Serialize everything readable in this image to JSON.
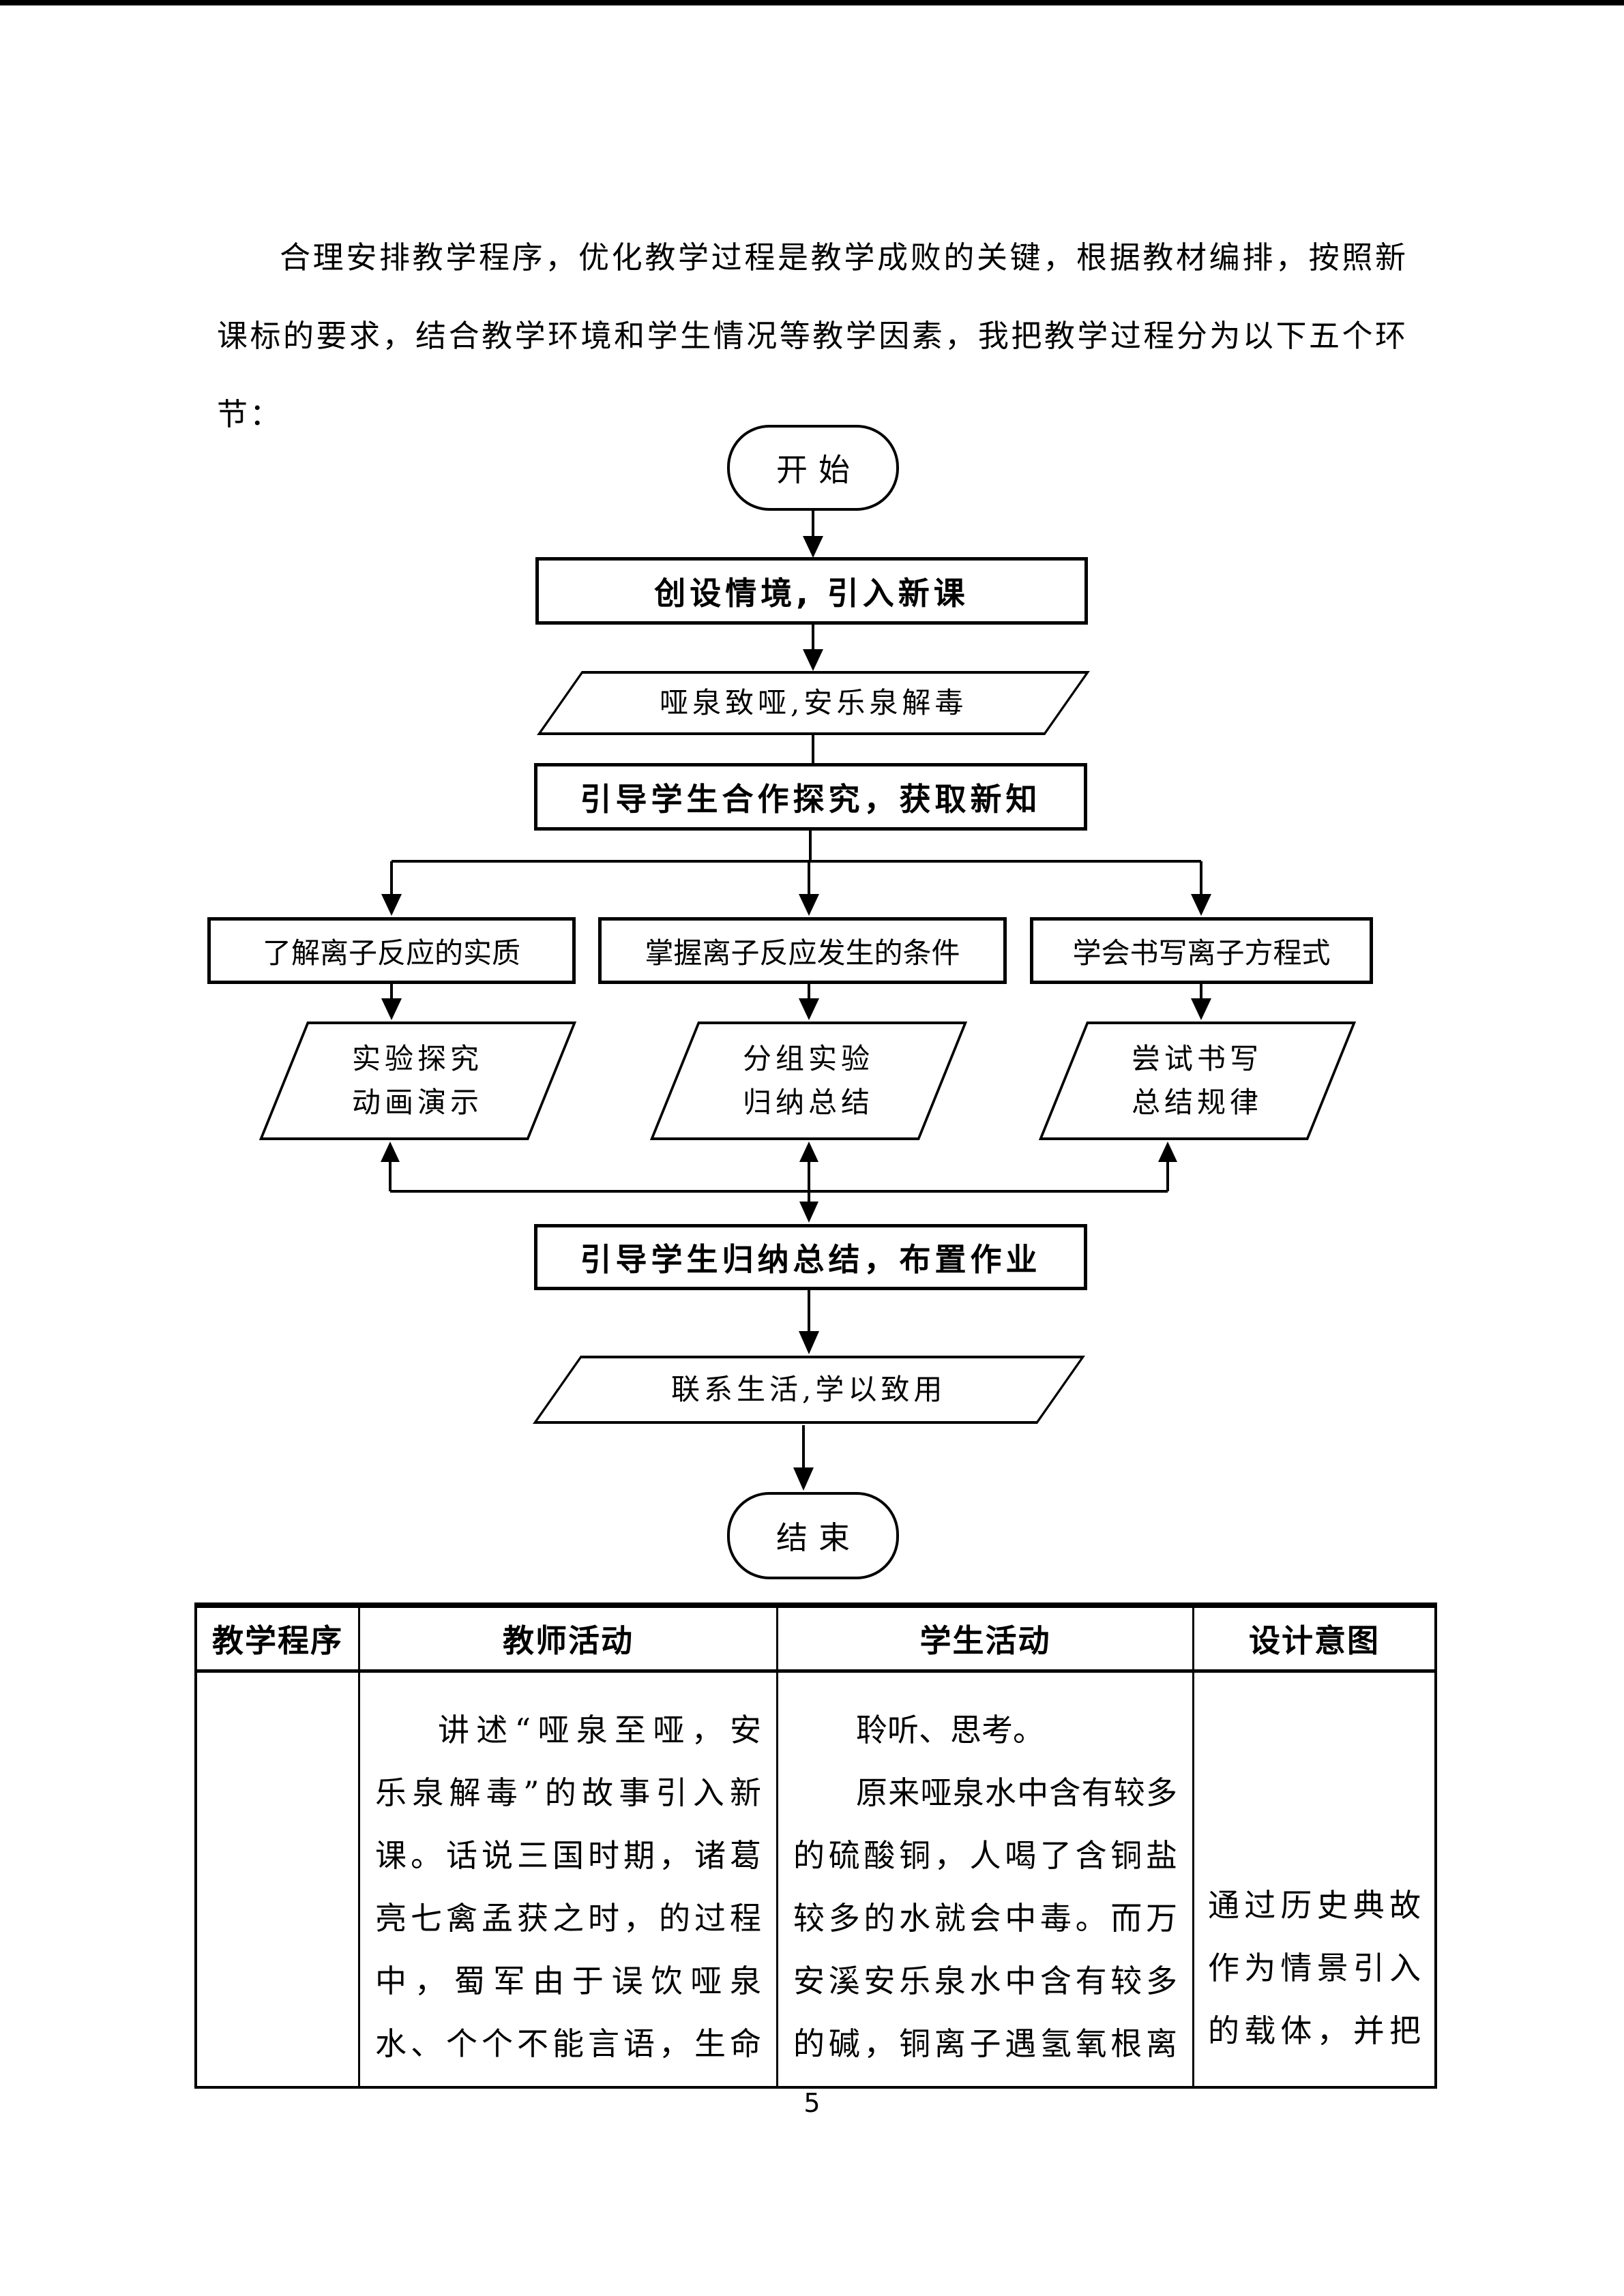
{
  "page": {
    "number": "5"
  },
  "intro": {
    "lines": [
      "合理安排教学程序，优化教学过程是教学成败的关键，根据教材编排，按照新",
      "课标的要求，结合教学环境和学生情况等教学因素，我把教学过程分为以下五个环",
      "节："
    ],
    "line_styles": [
      "indent",
      "",
      "nojust"
    ]
  },
  "flowchart": {
    "start_label": "开始",
    "step1_label": "创设情境, 引入新课",
    "io1_label": "哑泉致哑,安乐泉解毒",
    "step2_label": "引导学生合作探究，获取新知",
    "branch_left_label": "了解离子反应的实质",
    "branch_mid_label": "掌握离子反应发生的条件",
    "branch_right_label": "学会书写离子方程式",
    "io_left_label": "实验探究\n动画演示",
    "io_mid_label": "分组实验\n归纳总结",
    "io_right_label": "尝试书写\n总结规律",
    "step3_label": "引导学生归纳总结，布置作业",
    "io2_label": "联系生活,学以致用",
    "end_label": "结束"
  },
  "table": {
    "headers": [
      "教学程序",
      "教师活动",
      "学生活动",
      "设计意图"
    ],
    "row": {
      "col1_lines": [],
      "col1_styles": [],
      "col2_lines": [
        "讲述“哑泉至哑，安",
        "乐泉解毒”的故事引入新",
        "课。话说三国时期，诸葛",
        "亮七禽孟获之时，的过程",
        "中，蜀军由于误饮哑泉",
        "水、个个不能言语，生命"
      ],
      "col2_styles": [
        "indent",
        "",
        "",
        "",
        "",
        ""
      ],
      "col3_lines": [
        "聆听、思考。",
        "原来哑泉水中含有较多",
        "的硫酸铜，人喝了含铜盐",
        "较多的水就会中毒。而万",
        "安溪安乐泉水中含有较多",
        "的碱，铜离子遇氢氧根离"
      ],
      "col3_styles": [
        "indent nojust",
        "indent",
        "",
        "",
        "",
        ""
      ],
      "col4_lines": [
        "通过历史典故",
        "作为情景引入",
        "的载体，并把"
      ],
      "col4_styles": [
        "",
        "",
        ""
      ]
    }
  }
}
